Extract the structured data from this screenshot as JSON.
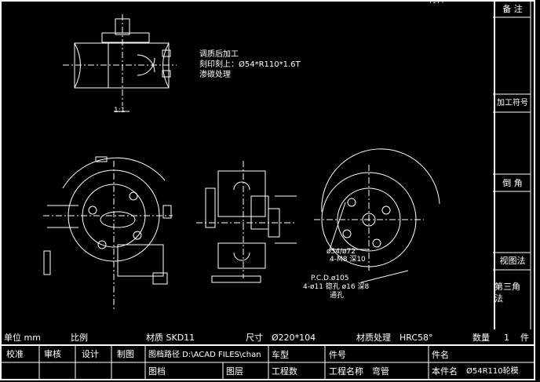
{
  "top_right_label": "材料",
  "sidebar": {
    "remarks": "备 注",
    "machining_symbol": "加工符号",
    "chamfer": "倒 角",
    "view_method": "视图法",
    "third_angle": "第三角法"
  },
  "notes": {
    "line1": "调质后加工",
    "line2": "刻印刻上：Ø54*R110*1.6T",
    "line3": "渗碳处理",
    "section_label": "1:1",
    "pcd_label": "P.C.D.ø105",
    "hole_note": "4-ø11 锪孔 ø16 深8",
    "hole_note2": "通孔",
    "dim_label": "ø54/ø72",
    "dim_label2": "4-M8 深10"
  },
  "info_bar": {
    "unit": "单位 mm",
    "scale": "比例",
    "material": "材质 SKD11",
    "size_label": "尺寸",
    "size_value": "Ø220*104",
    "heat_treatment": "材质处理",
    "hardness": "HRC58°",
    "qty_label": "数量",
    "qty_value": "1",
    "qty_unit": "件"
  },
  "title_block": {
    "check": "校准",
    "review": "审核",
    "design": "设计",
    "draw": "制图",
    "file_path": "图档路径 D:\\ACAD FILES\\chan",
    "car_type": "车型",
    "part_no": "件号",
    "part_name": "件名",
    "drawing_file": "图档",
    "layer": "图层",
    "project_no": "工程数",
    "project_name_label": "工程名称",
    "project_name": "弯管",
    "this_part_label": "本件名",
    "this_part_name": "Ø54R110轮模"
  },
  "colors": {
    "background": "#000000",
    "line": "#ffffff",
    "frame": "#ffffff"
  }
}
